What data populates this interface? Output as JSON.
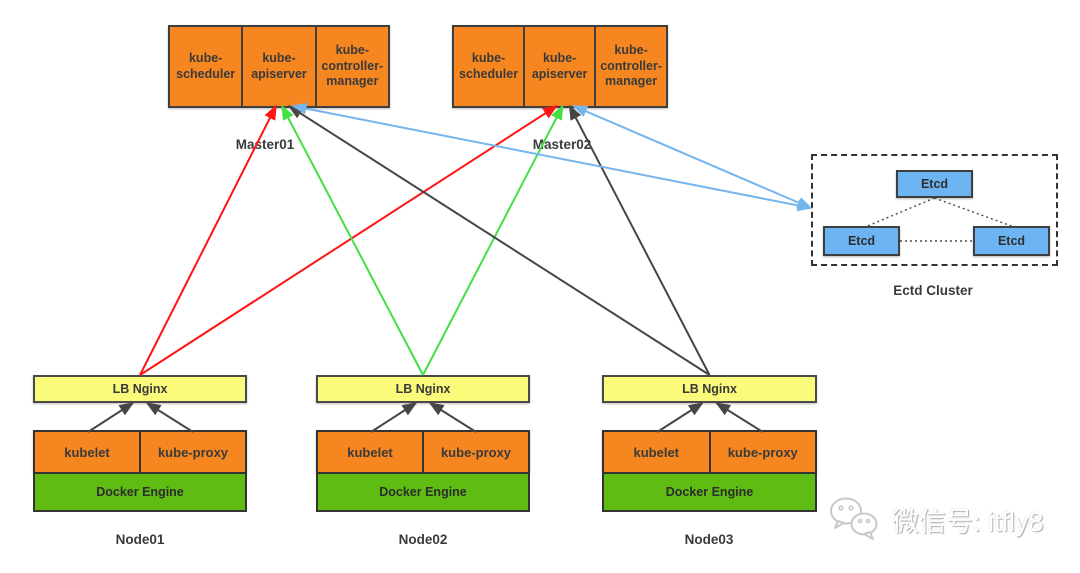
{
  "palette": {
    "orange": "#F6861F",
    "yellow": "#FBFB7B",
    "green": "#5FBC12",
    "blue": "#6CB4F2",
    "border": "#3F3F3F",
    "text": "#3A3A3A",
    "watermark": "#FFFFFF",
    "arrow_red": "#FF1414",
    "arrow_green": "#43DF43",
    "arrow_dark": "#464646",
    "arrow_blue": "#74B5EE"
  },
  "masters": [
    {
      "id": "master01",
      "label": "Master01",
      "components": [
        "kube-scheduler",
        "kube-apiserver",
        "kube-controller-manager"
      ]
    },
    {
      "id": "master02",
      "label": "Master02",
      "components": [
        "kube-scheduler",
        "kube-apiserver",
        "kube-controller-manager"
      ]
    }
  ],
  "etcd_cluster": {
    "label": "Ectd Cluster",
    "nodes": [
      "Etcd",
      "Etcd",
      "Etcd"
    ]
  },
  "nodes": [
    {
      "id": "node01",
      "label": "Node01",
      "lb": "LB Nginx",
      "components": [
        "kubelet",
        "kube-proxy"
      ],
      "runtime": "Docker Engine"
    },
    {
      "id": "node02",
      "label": "Node02",
      "lb": "LB Nginx",
      "components": [
        "kubelet",
        "kube-proxy"
      ],
      "runtime": "Docker Engine"
    },
    {
      "id": "node03",
      "label": "Node03",
      "lb": "LB Nginx",
      "components": [
        "kubelet",
        "kube-proxy"
      ],
      "runtime": "Docker Engine"
    }
  ],
  "watermark": {
    "icon": "wechat-icon",
    "text": "微信号: itfly8"
  },
  "connections": [
    {
      "from": "node01-lb",
      "fromAnchor": "top",
      "to": "master01-apiserver",
      "toAnchor": "bottom",
      "toDx": -4,
      "color": "#FF1414",
      "width": 2
    },
    {
      "from": "node01-lb",
      "fromAnchor": "top",
      "to": "master02-apiserver",
      "toAnchor": "bottom",
      "toDx": -4,
      "color": "#FF1414",
      "width": 2
    },
    {
      "from": "node02-lb",
      "fromAnchor": "top",
      "to": "master01-apiserver",
      "toAnchor": "bottom",
      "toDx": 2,
      "color": "#43DF43",
      "width": 2
    },
    {
      "from": "node02-lb",
      "fromAnchor": "top",
      "to": "master02-apiserver",
      "toAnchor": "bottom",
      "toDx": 2,
      "color": "#43DF43",
      "width": 2
    },
    {
      "from": "node03-lb",
      "fromAnchor": "top",
      "to": "master01-apiserver",
      "toAnchor": "bottom",
      "toDx": 9,
      "color": "#464646",
      "width": 2
    },
    {
      "from": "node03-lb",
      "fromAnchor": "top",
      "to": "master02-apiserver",
      "toAnchor": "bottom",
      "toDx": 9,
      "color": "#464646",
      "width": 2
    },
    {
      "from": "master01-apiserver",
      "fromAnchor": "bottom",
      "fromDx": 13,
      "to": "etcd-cluster-box",
      "toAnchor": "left",
      "toDy": -2,
      "color": "#74B5EE",
      "width": 2,
      "doubleArrow": true
    },
    {
      "from": "master02-apiserver",
      "fromAnchor": "bottom",
      "fromDx": 13,
      "to": "etcd-cluster-box",
      "toAnchor": "left",
      "toDy": -2,
      "color": "#74B5EE",
      "width": 2,
      "doubleArrow": true
    },
    {
      "from": "node01-kubelet",
      "fromAnchor": "top",
      "to": "node01-lb",
      "toAnchor": "bottom",
      "toDx": -7,
      "color": "#464646",
      "width": 2
    },
    {
      "from": "node01-kubeproxy",
      "fromAnchor": "top",
      "to": "node01-lb",
      "toAnchor": "bottom",
      "toDx": 7,
      "color": "#464646",
      "width": 2
    },
    {
      "from": "node02-kubelet",
      "fromAnchor": "top",
      "to": "node02-lb",
      "toAnchor": "bottom",
      "toDx": -7,
      "color": "#464646",
      "width": 2
    },
    {
      "from": "node02-kubeproxy",
      "fromAnchor": "top",
      "to": "node02-lb",
      "toAnchor": "bottom",
      "toDx": 7,
      "color": "#464646",
      "width": 2
    },
    {
      "from": "node03-kubelet",
      "fromAnchor": "top",
      "to": "node03-lb",
      "toAnchor": "bottom",
      "toDx": -7,
      "color": "#464646",
      "width": 2
    },
    {
      "from": "node03-kubeproxy",
      "fromAnchor": "top",
      "to": "node03-lb",
      "toAnchor": "bottom",
      "toDx": 7,
      "color": "#464646",
      "width": 2
    },
    {
      "from": "etcd-top",
      "fromAnchor": "bottom",
      "to": "etcd-left",
      "toAnchor": "top",
      "toDx": 6,
      "color": "#4a4a4a",
      "width": 1.4,
      "dotted": true,
      "arrow": false
    },
    {
      "from": "etcd-top",
      "fromAnchor": "bottom",
      "to": "etcd-right",
      "toAnchor": "top",
      "color": "#4a4a4a",
      "width": 1.4,
      "dotted": true,
      "arrow": false
    },
    {
      "from": "etcd-left",
      "fromAnchor": "right",
      "to": "etcd-right",
      "toAnchor": "left",
      "color": "#4a4a4a",
      "width": 1.4,
      "dotted": true,
      "arrow": false
    }
  ]
}
